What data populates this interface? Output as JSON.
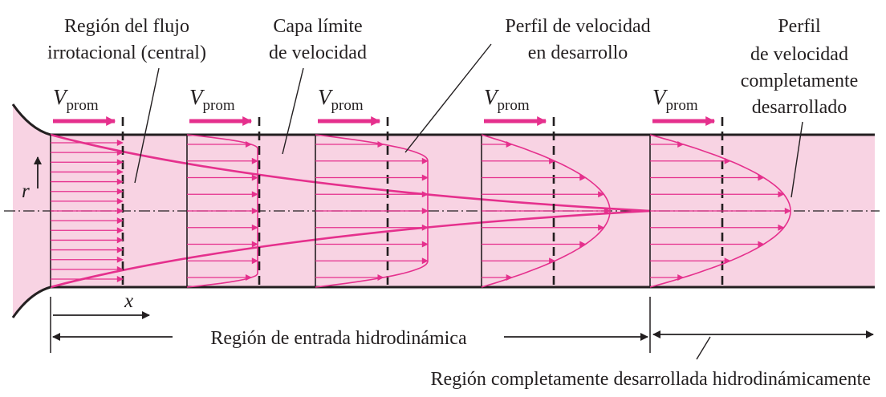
{
  "labels": {
    "irrotational_line1": "Región del flujo",
    "irrotational_line2": "irrotacional (central)",
    "boundary_line1": "Capa límite",
    "boundary_line2": "de velocidad",
    "developing_line1": "Perfil de velocidad",
    "developing_line2": "en desarrollo",
    "developed_line1": "Perfil",
    "developed_line2": "de velocidad",
    "developed_line3": "completamente",
    "developed_line4": "desarrollado",
    "entrance_region": "Región de entrada hidrodinámica",
    "developed_region": "Región completamente desarrollada hidrodinámicamente"
  },
  "vprom": {
    "symbol": "V",
    "subscript": "prom"
  },
  "axes": {
    "r": "r",
    "x": "x"
  },
  "colors": {
    "fluid_fill": "#f8d3e3",
    "magenta": "#e5308d",
    "ink": "#231f20"
  }
}
